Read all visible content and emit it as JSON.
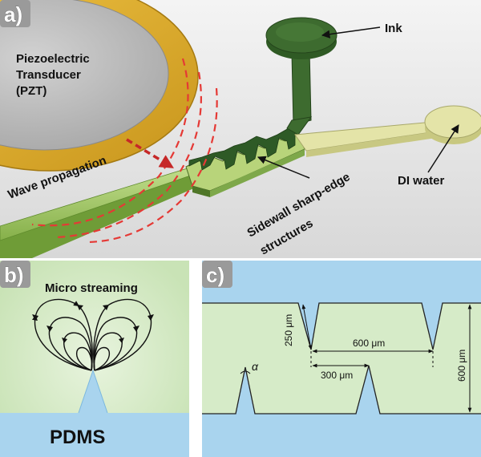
{
  "panel_a": {
    "letter": "a)",
    "pzt_line1": "Piezoelectric",
    "pzt_line2": "Transducer",
    "pzt_line3": "(PZT)",
    "ink_label": "Ink",
    "water_label": "DI water",
    "wave_label": "Wave propagation",
    "sidewall_line1": "Sidewall sharp-edge",
    "sidewall_line2": "structures"
  },
  "panel_b": {
    "letter": "b)",
    "streaming_label": "Micro streaming",
    "material_label": "PDMS"
  },
  "panel_c": {
    "letter": "c)",
    "dim_250": "250 μm",
    "dim_600_horizontal": "600 μm",
    "dim_300": "300 μm",
    "dim_600_vertical": "600 μm",
    "angle_symbol": "α"
  },
  "colors": {
    "gold": "#e3b12e",
    "pzt_grey": "#bcbcbc",
    "ink_green": "#3d6b2f",
    "water_yellow": "#e4e4a8",
    "channel_green": "#a9cd6f",
    "fluid_green": "#d4e8c2",
    "pdms_blue": "#a9d4ee",
    "wave_red": "#e53935",
    "panel_letter_bg": "#9a9a9a"
  }
}
